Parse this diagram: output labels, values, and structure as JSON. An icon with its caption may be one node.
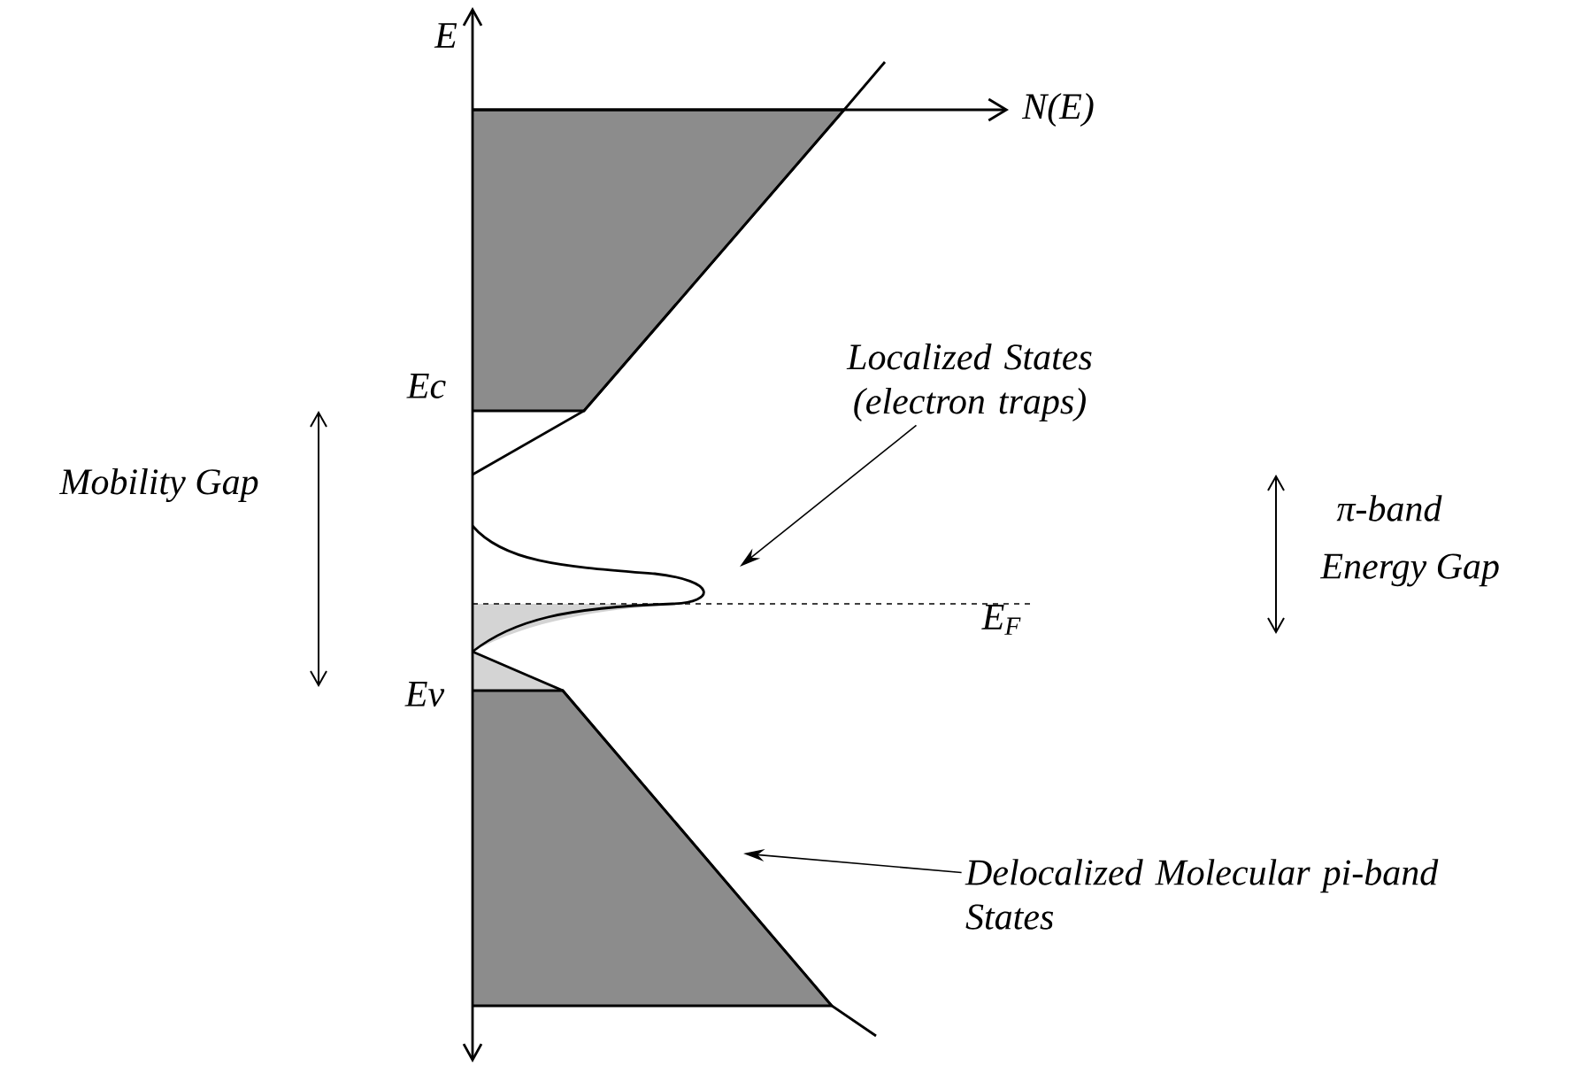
{
  "diagram": {
    "nodes": [
      {
        "text": [
          "Localized States (electron traps)"
        ]
      },
      {
        "text": [
          "Delocalized Molecular pi-band States"
        ]
      }
    ],
    "edges": [
      {
        "from": 0,
        "to": null,
        "arrow": "to"
      },
      {
        "from": 1,
        "to": null,
        "arrow": "to"
      }
    ],
    "labels": [
      "E",
      "N(E)",
      "Ec",
      "Mobility Gap",
      "π-band",
      "Energy Gap",
      "E$_{F}$",
      "Ev"
    ]
  }
}
